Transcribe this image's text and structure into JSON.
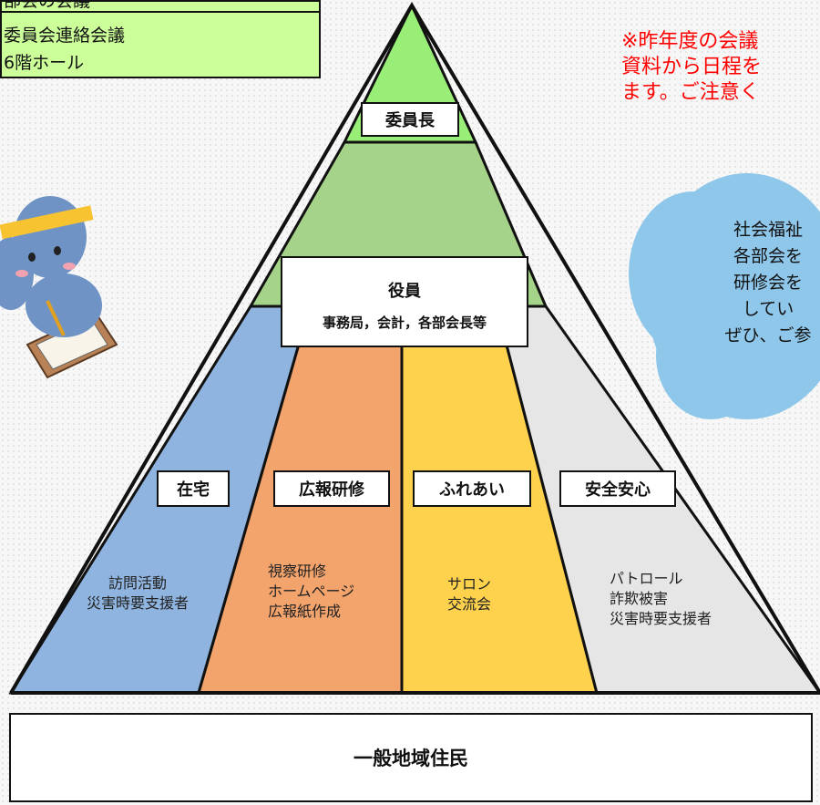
{
  "info_box": {
    "lines": [
      "部会の会議",
      "委員会連絡会議",
      "6階ホール"
    ]
  },
  "notice": {
    "lines": [
      "※昨年度の会議",
      "資料から日程を",
      "ます。ご注意く"
    ]
  },
  "bubble": {
    "lines": [
      "社会福祉",
      "各部会を",
      "研修会を",
      "してい",
      "ぜひ、ご参"
    ]
  },
  "pyramid": {
    "top_label": "委員長",
    "officers": {
      "title": "役員",
      "subtitle": "事務局，会計，各部会長等"
    },
    "departments": [
      {
        "name": "在宅",
        "items": [
          "訪問活動",
          "災害時要支援者"
        ],
        "color": "#8fb4df"
      },
      {
        "name": "広報研修",
        "items": [
          "視察研修",
          "ホームページ",
          "広報紙作成"
        ],
        "color": "#f3a36c"
      },
      {
        "name": "ふれあい",
        "items": [
          "サロン",
          "交流会"
        ],
        "color": "#ffd24d"
      },
      {
        "name": "安全安心",
        "items": [
          "パトロール",
          "詐欺被害",
          "災害時要支援者"
        ],
        "color": "#e6e6e6"
      }
    ],
    "base_label": "一般地域住民"
  },
  "colors": {
    "apex_green": "#99ee77",
    "officer_green": "#a6d38a",
    "bubble_blue": "#8fc7ea",
    "notice_red": "#ff0000",
    "info_box_green": "#ccff99"
  }
}
